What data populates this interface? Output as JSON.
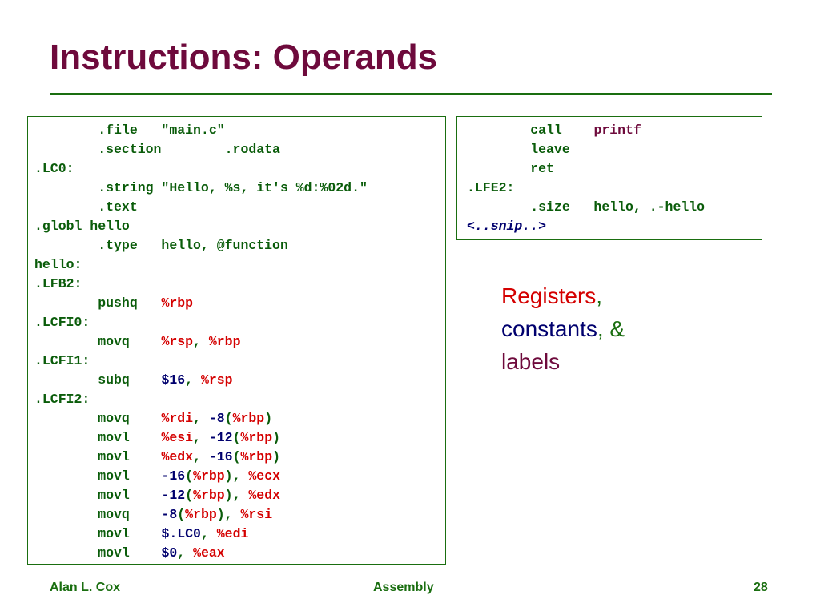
{
  "title": "Instructions: Operands",
  "left_code": [
    [
      {
        "t": "        .file   \"main.c\"",
        "c": "plain"
      }
    ],
    [
      {
        "t": "        .section        .rodata",
        "c": "plain"
      }
    ],
    [
      {
        "t": ".LC0:",
        "c": "plain"
      }
    ],
    [
      {
        "t": "        .string \"Hello, %s, it's %d:%02d.\"",
        "c": "plain"
      }
    ],
    [
      {
        "t": "        .text",
        "c": "plain"
      }
    ],
    [
      {
        "t": ".globl hello",
        "c": "plain"
      }
    ],
    [
      {
        "t": "        .type   hello, @function",
        "c": "plain"
      }
    ],
    [
      {
        "t": "hello:",
        "c": "plain"
      }
    ],
    [
      {
        "t": ".LFB2:",
        "c": "plain"
      }
    ],
    [
      {
        "t": "        pushq   ",
        "c": "plain"
      },
      {
        "t": "%rbp",
        "c": "reg"
      }
    ],
    [
      {
        "t": ".LCFI0:",
        "c": "plain"
      }
    ],
    [
      {
        "t": "        movq    ",
        "c": "plain"
      },
      {
        "t": "%rsp",
        "c": "reg"
      },
      {
        "t": ", ",
        "c": "plain"
      },
      {
        "t": "%rbp",
        "c": "reg"
      }
    ],
    [
      {
        "t": ".LCFI1:",
        "c": "plain"
      }
    ],
    [
      {
        "t": "        subq    ",
        "c": "plain"
      },
      {
        "t": "$16",
        "c": "const"
      },
      {
        "t": ", ",
        "c": "plain"
      },
      {
        "t": "%rsp",
        "c": "reg"
      }
    ],
    [
      {
        "t": ".LCFI2:",
        "c": "plain"
      }
    ],
    [
      {
        "t": "        movq    ",
        "c": "plain"
      },
      {
        "t": "%rdi",
        "c": "reg"
      },
      {
        "t": ", ",
        "c": "plain"
      },
      {
        "t": "-8",
        "c": "const"
      },
      {
        "t": "(",
        "c": "plain"
      },
      {
        "t": "%rbp",
        "c": "reg"
      },
      {
        "t": ")",
        "c": "plain"
      }
    ],
    [
      {
        "t": "        movl    ",
        "c": "plain"
      },
      {
        "t": "%esi",
        "c": "reg"
      },
      {
        "t": ", ",
        "c": "plain"
      },
      {
        "t": "-12",
        "c": "const"
      },
      {
        "t": "(",
        "c": "plain"
      },
      {
        "t": "%rbp",
        "c": "reg"
      },
      {
        "t": ")",
        "c": "plain"
      }
    ],
    [
      {
        "t": "        movl    ",
        "c": "plain"
      },
      {
        "t": "%edx",
        "c": "reg"
      },
      {
        "t": ", ",
        "c": "plain"
      },
      {
        "t": "-16",
        "c": "const"
      },
      {
        "t": "(",
        "c": "plain"
      },
      {
        "t": "%rbp",
        "c": "reg"
      },
      {
        "t": ")",
        "c": "plain"
      }
    ],
    [
      {
        "t": "        movl    ",
        "c": "plain"
      },
      {
        "t": "-16",
        "c": "const"
      },
      {
        "t": "(",
        "c": "plain"
      },
      {
        "t": "%rbp",
        "c": "reg"
      },
      {
        "t": "), ",
        "c": "plain"
      },
      {
        "t": "%ecx",
        "c": "reg"
      }
    ],
    [
      {
        "t": "        movl    ",
        "c": "plain"
      },
      {
        "t": "-12",
        "c": "const"
      },
      {
        "t": "(",
        "c": "plain"
      },
      {
        "t": "%rbp",
        "c": "reg"
      },
      {
        "t": "), ",
        "c": "plain"
      },
      {
        "t": "%edx",
        "c": "reg"
      }
    ],
    [
      {
        "t": "        movq    ",
        "c": "plain"
      },
      {
        "t": "-8",
        "c": "const"
      },
      {
        "t": "(",
        "c": "plain"
      },
      {
        "t": "%rbp",
        "c": "reg"
      },
      {
        "t": "), ",
        "c": "plain"
      },
      {
        "t": "%rsi",
        "c": "reg"
      }
    ],
    [
      {
        "t": "        movl    ",
        "c": "plain"
      },
      {
        "t": "$.LC0",
        "c": "const"
      },
      {
        "t": ", ",
        "c": "plain"
      },
      {
        "t": "%edi",
        "c": "reg"
      }
    ],
    [
      {
        "t": "        movl    ",
        "c": "plain"
      },
      {
        "t": "$0",
        "c": "const"
      },
      {
        "t": ", ",
        "c": "plain"
      },
      {
        "t": "%eax",
        "c": "reg"
      }
    ]
  ],
  "right_code": [
    [
      {
        "t": "        call    ",
        "c": "plain"
      },
      {
        "t": "printf",
        "c": "lbl"
      }
    ],
    [
      {
        "t": "        leave",
        "c": "plain"
      }
    ],
    [
      {
        "t": "        ret",
        "c": "plain"
      }
    ],
    [
      {
        "t": ".LFE2:",
        "c": "plain"
      }
    ],
    [
      {
        "t": "        .size   hello, .-hello",
        "c": "plain"
      }
    ],
    [
      {
        "t": "<..snip..>",
        "c": "snip"
      }
    ]
  ],
  "note": {
    "registers": "Registers",
    "comma1": ",",
    "constants": "constants",
    "comma2": ",",
    "amp": " &",
    "labels": "labels"
  },
  "footer": {
    "author": "Alan L. Cox",
    "topic": "Assembly",
    "page": "28"
  },
  "colors": {
    "title": "#6e0a3c",
    "rule": "#1a6e10",
    "code": "#0a5c0a",
    "register": "#d40000",
    "constant": "#00006e",
    "label": "#6e0a3c"
  }
}
